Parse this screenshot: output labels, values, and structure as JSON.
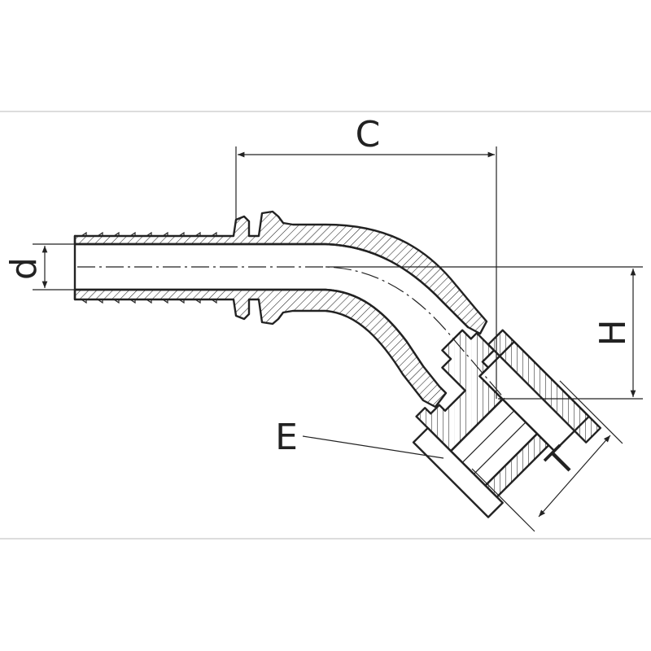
{
  "labels": {
    "c": "C",
    "d": "d",
    "h": "H",
    "t": "T",
    "e": "E"
  },
  "colors": {
    "line": "#222222",
    "background": "#ffffff"
  }
}
